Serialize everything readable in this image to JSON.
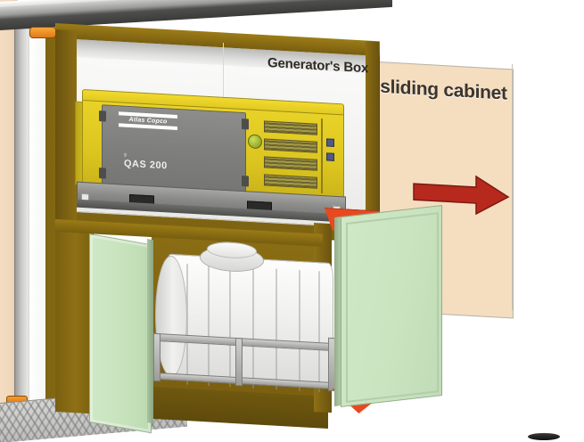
{
  "scene": {
    "title": "Generator and water tank compartment 3D render",
    "background_color": "#ffffff",
    "view": "three-quarter perspective cutaway"
  },
  "annotations": {
    "generator_box_label": "Generator's Box",
    "sliding_cabinet_label": "t sliding cabinet",
    "sliding_cabinet_label_note": "partially occluded by generator box panel",
    "arrow": {
      "name": "slide-direction-arrow",
      "direction": "right",
      "color": "#b7291d"
    },
    "panel_color": "#f5ddc0"
  },
  "generator": {
    "brand": "Atlas Copco",
    "model": "QAS 200",
    "canopy_color": "#e9d227",
    "door_color": "#8d8d8b",
    "skid_color": "#8d8d8b",
    "louver_count": 4
  },
  "cabinet": {
    "body_color": "#8a6d14",
    "door_color": "#c6e2bb",
    "doors": [
      "left-door",
      "right-door"
    ],
    "wedge_color": "#e8491f",
    "interior_color": "#f6f6f4"
  },
  "tank": {
    "type": "horizontal cylindrical water tank",
    "color": "#f0f0ee",
    "has_top_hatch": true,
    "rib_count": 7,
    "frame_color": "#b0b0ae"
  },
  "vehicle": {
    "wall_color": "#f3dcc1",
    "post_color": "#c9c9c7",
    "door_color": "#8a6d14",
    "roof_color": "#4e4e4c",
    "floor_finish": "diamond plate",
    "marker_lights": 2,
    "marker_light_color": "#e07a18"
  }
}
